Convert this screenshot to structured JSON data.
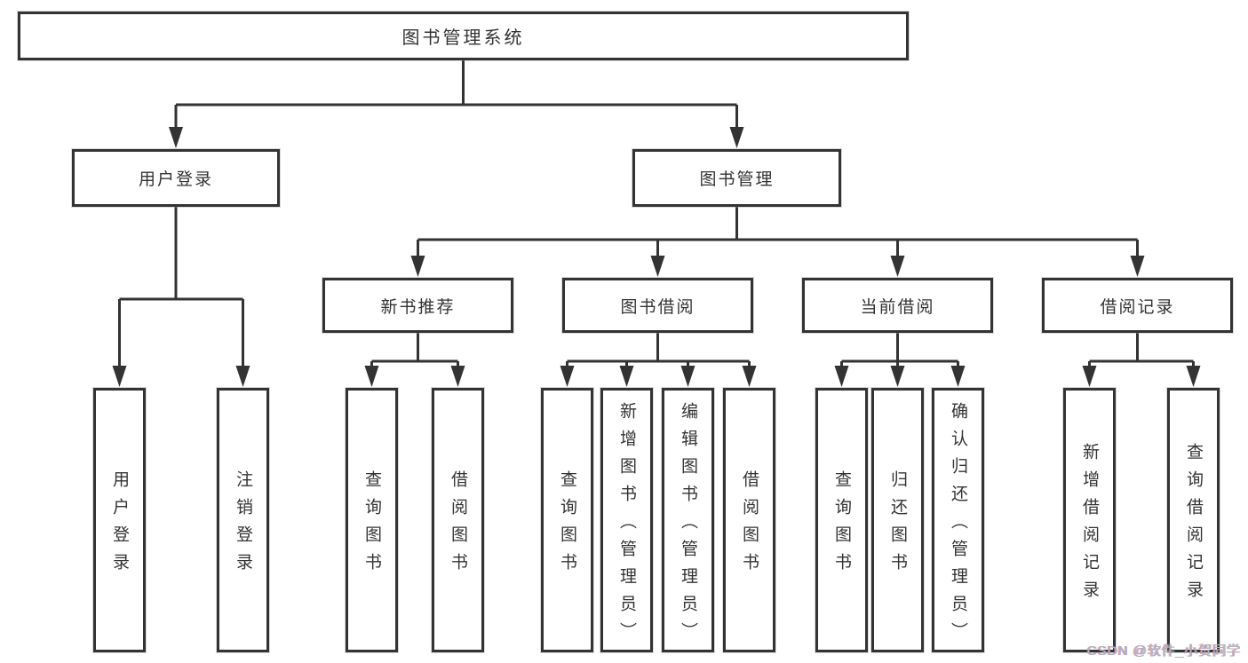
{
  "diagram": {
    "root": {
      "label": "图书管理系统"
    },
    "branches": [
      {
        "label": "用户登录",
        "children": [
          {
            "label": "用户登录"
          },
          {
            "label": "注销登录"
          }
        ]
      },
      {
        "label": "图书管理",
        "children": [
          {
            "label": "新书推荐",
            "children": [
              {
                "label": "查询图书"
              },
              {
                "label": "借阅图书"
              }
            ]
          },
          {
            "label": "图书借阅",
            "children": [
              {
                "label": "查询图书"
              },
              {
                "label": "新增图书（管理员）"
              },
              {
                "label": "编辑图书（管理员）"
              },
              {
                "label": "借阅图书"
              }
            ]
          },
          {
            "label": "当前借阅",
            "children": [
              {
                "label": "查询图书"
              },
              {
                "label": "归还图书"
              },
              {
                "label": "确认归还（管理员）"
              }
            ]
          },
          {
            "label": "借阅记录",
            "children": [
              {
                "label": "新增借阅记录"
              },
              {
                "label": "查询借阅记录"
              }
            ]
          }
        ]
      }
    ]
  },
  "watermark": {
    "text": "CSDN @软件_小贺同学"
  },
  "colors": {
    "line": "#333333",
    "text": "#333333",
    "box_background": "#ffffff",
    "page_background": "#ffffff",
    "watermark": "#b3b3b3"
  }
}
